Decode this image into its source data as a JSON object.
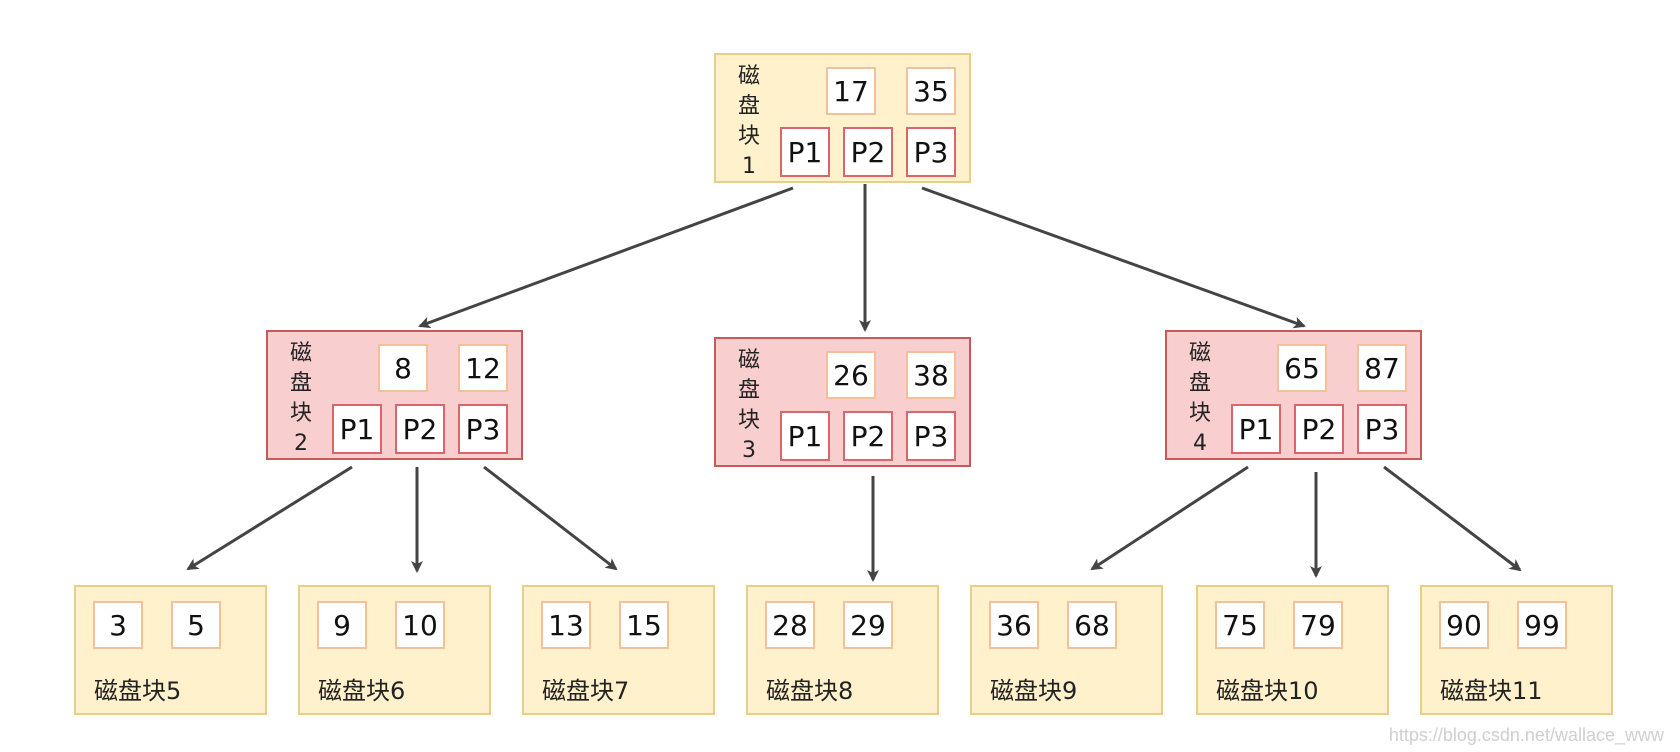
{
  "tree": {
    "root": {
      "label": "磁盘块1",
      "keys": [
        "17",
        "35"
      ],
      "pointers": [
        "P1",
        "P2",
        "P3"
      ]
    },
    "internal": [
      {
        "label": "磁盘块2",
        "keys": [
          "8",
          "12"
        ],
        "pointers": [
          "P1",
          "P2",
          "P3"
        ]
      },
      {
        "label": "磁盘块3",
        "keys": [
          "26",
          "38"
        ],
        "pointers": [
          "P1",
          "P2",
          "P3"
        ]
      },
      {
        "label": "磁盘块4",
        "keys": [
          "65",
          "87"
        ],
        "pointers": [
          "P1",
          "P2",
          "P3"
        ]
      }
    ],
    "leaves": [
      {
        "label": "磁盘块5",
        "keys": [
          "3",
          "5"
        ]
      },
      {
        "label": "磁盘块6",
        "keys": [
          "9",
          "10"
        ]
      },
      {
        "label": "磁盘块7",
        "keys": [
          "13",
          "15"
        ]
      },
      {
        "label": "磁盘块8",
        "keys": [
          "28",
          "29"
        ]
      },
      {
        "label": "磁盘块9",
        "keys": [
          "36",
          "68"
        ]
      },
      {
        "label": "磁盘块10",
        "keys": [
          "75",
          "79"
        ]
      },
      {
        "label": "磁盘块11",
        "keys": [
          "90",
          "99"
        ]
      }
    ]
  },
  "colors": {
    "yellow_fill": "#fff1cc",
    "red_fill": "#f8cece",
    "arrow": "#444444"
  },
  "watermark": "https://blog.csdn.net/wallace_www"
}
